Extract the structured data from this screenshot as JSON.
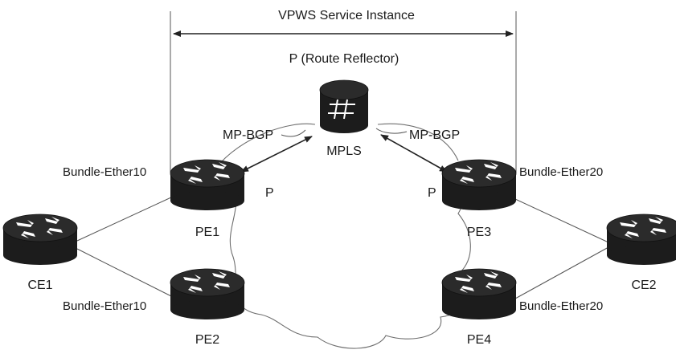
{
  "diagram": {
    "service_instance_label": "VPWS Service Instance",
    "route_reflector_label": "P (Route Reflector)",
    "mpls_label": "MPLS",
    "mp_bgp_left": "MP-BGP",
    "mp_bgp_right": "MP-BGP",
    "p_left": "P",
    "p_right": "P",
    "bundle_pe1": "Bundle-Ether10",
    "bundle_pe2": "Bundle-Ether10",
    "bundle_pe3": "Bundle-Ether20",
    "bundle_pe4": "Bundle-Ether20",
    "nodes": {
      "ce1": "CE1",
      "ce2": "CE2",
      "pe1": "PE1",
      "pe2": "PE2",
      "pe3": "PE3",
      "pe4": "PE4"
    }
  }
}
